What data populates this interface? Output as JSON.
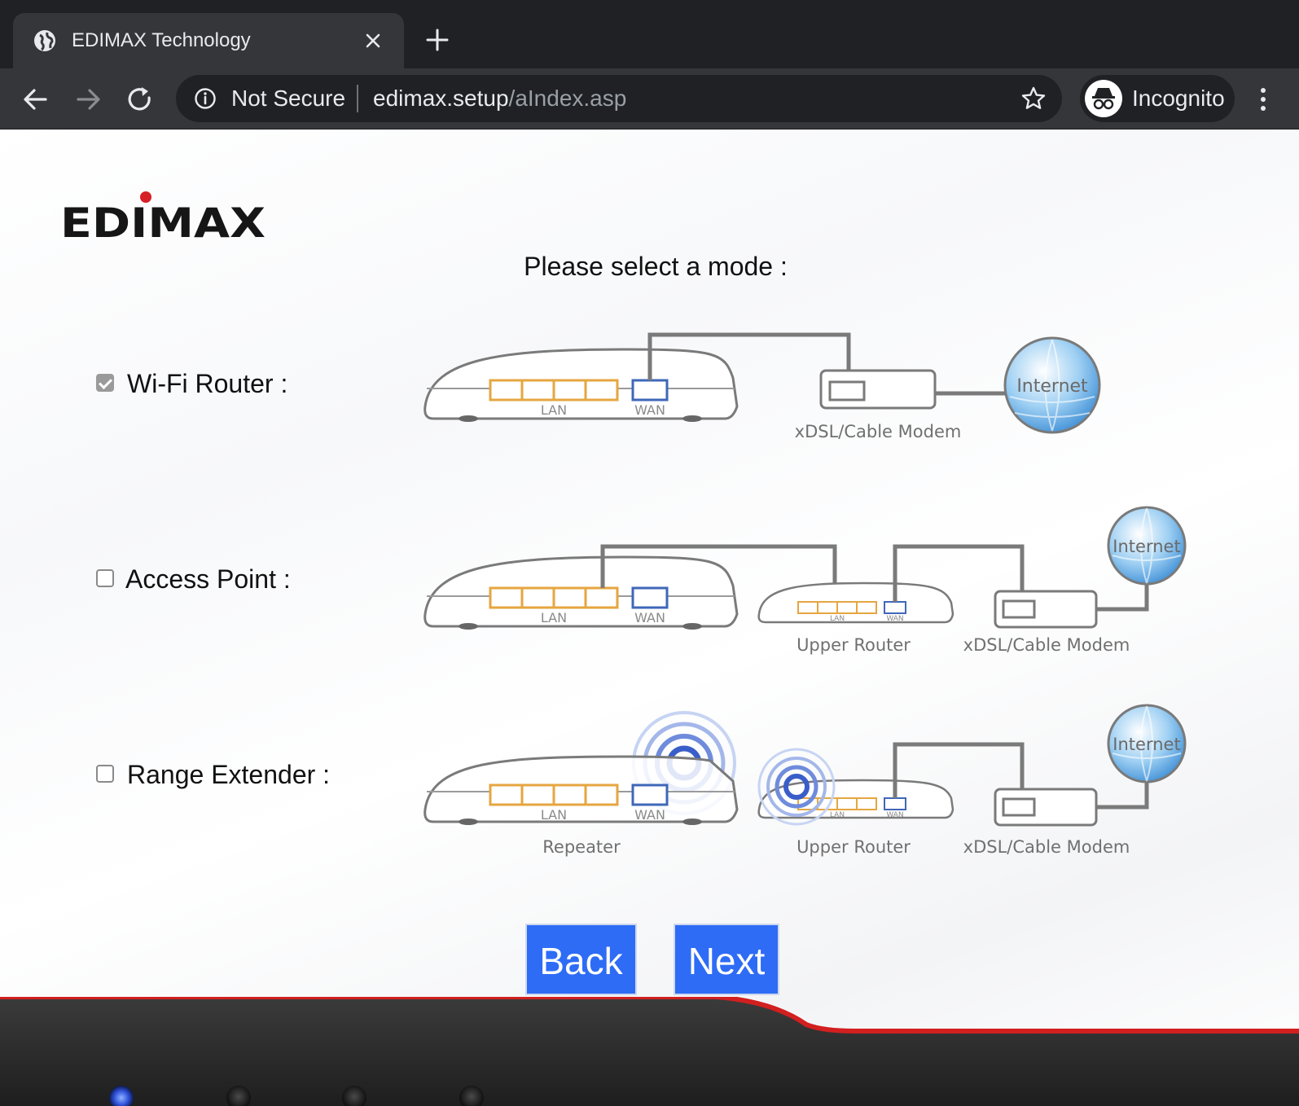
{
  "browser": {
    "tab_title": "EDIMAX Technology",
    "security_label": "Not Secure",
    "url_host": "edimax.setup",
    "url_path": "/aIndex.asp",
    "profile_label": "Incognito"
  },
  "page": {
    "logo_text": "EDIMAX",
    "heading": "Please select a mode :",
    "modes": [
      {
        "label": "Wi-Fi Router :",
        "checked": true
      },
      {
        "label": "Access Point :",
        "checked": false
      },
      {
        "label": "Range Extender :",
        "checked": false
      }
    ],
    "diagram_labels": {
      "lan": "LAN",
      "wan": "WAN",
      "internet": "Internet",
      "modem": "xDSL/Cable Modem",
      "upper_router": "Upper Router",
      "repeater": "Repeater"
    },
    "buttons": {
      "back": "Back",
      "next": "Next"
    }
  },
  "colors": {
    "button_blue": "#2e6cf6",
    "lan_port": "#e6a640",
    "wan_port": "#3f67b8",
    "footer_red": "#d21f1f"
  }
}
